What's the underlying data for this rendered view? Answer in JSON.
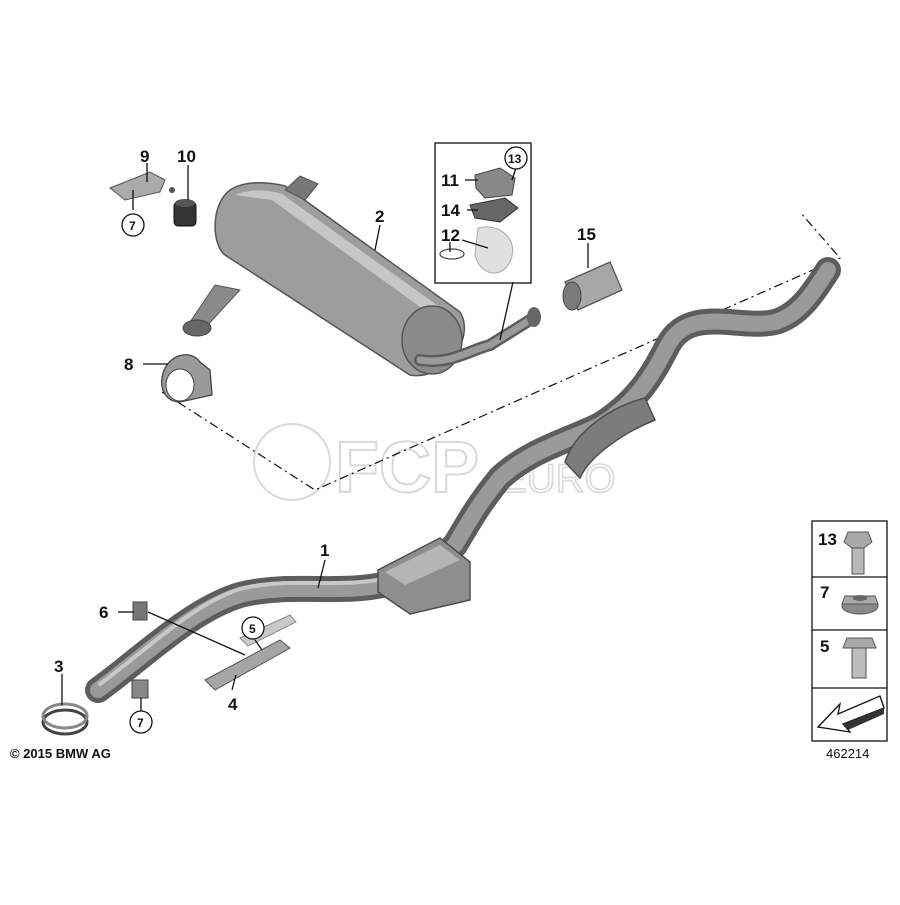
{
  "watermark": {
    "brand": "FCP",
    "suffix": "EURO"
  },
  "copyright": "© 2015 BMW AG",
  "diagram_number": "462214",
  "callouts": {
    "c1": "1",
    "c2": "2",
    "c3": "3",
    "c4": "4",
    "c5": "5",
    "c6": "6",
    "c7a": "7",
    "c7b": "7",
    "c8": "8",
    "c9": "9",
    "c10": "10",
    "c11": "11",
    "c12": "12",
    "c13": "13",
    "c14": "14",
    "c15": "15"
  },
  "legend": {
    "item13": "13",
    "item7": "7",
    "item5": "5"
  },
  "colors": {
    "pipe_dark": "#5d5d5d",
    "pipe_light": "#9a9a9a",
    "line": "#111111",
    "watermark": "#d8d8d8"
  }
}
